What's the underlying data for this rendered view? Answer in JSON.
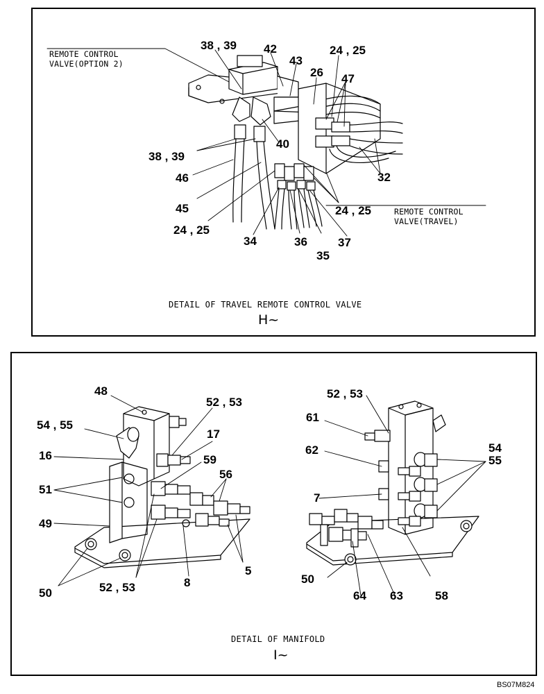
{
  "panel_h": {
    "labels": {
      "rcv_option2_line1": "REMOTE CONTROL",
      "rcv_option2_line2": "VALVE(OPTION 2)",
      "rcv_travel_line1": "REMOTE CONTROL",
      "rcv_travel_line2": "VALVE(TRAVEL)"
    },
    "callouts": {
      "c38_39_top": "38 , 39",
      "c42": "42",
      "c43": "43",
      "c24_25_top": "24 , 25",
      "c26": "26",
      "c47": "47",
      "c40": "40",
      "c38_39_left": "38 , 39",
      "c46": "46",
      "c32": "32",
      "c45": "45",
      "c24_25_right": "24 , 25",
      "c24_25_bottom": "24 , 25",
      "c34": "34",
      "c36": "36",
      "c37": "37",
      "c35": "35"
    },
    "caption": "DETAIL OF TRAVEL REMOTE CONTROL VALVE",
    "section_mark": "H~"
  },
  "panel_i": {
    "callouts": {
      "c48": "48",
      "c52_53_left_top": "52 , 53",
      "c54_55_left": "54 , 55",
      "c17": "17",
      "c16": "16",
      "c59": "59",
      "c56": "56",
      "c51": "51",
      "c49": "49",
      "c5": "5",
      "c8": "8",
      "c52_53_left_bottom": "52 , 53",
      "c50_left": "50",
      "c52_53_right": "52 , 53",
      "c61": "61",
      "c54": "54",
      "c55": "55",
      "c62": "62",
      "c7": "7",
      "c50_right": "50",
      "c64": "64",
      "c63": "63",
      "c58": "58"
    },
    "caption": "DETAIL OF MANIFOLD",
    "section_mark": "I~"
  },
  "drawing_code": "BS07M824"
}
